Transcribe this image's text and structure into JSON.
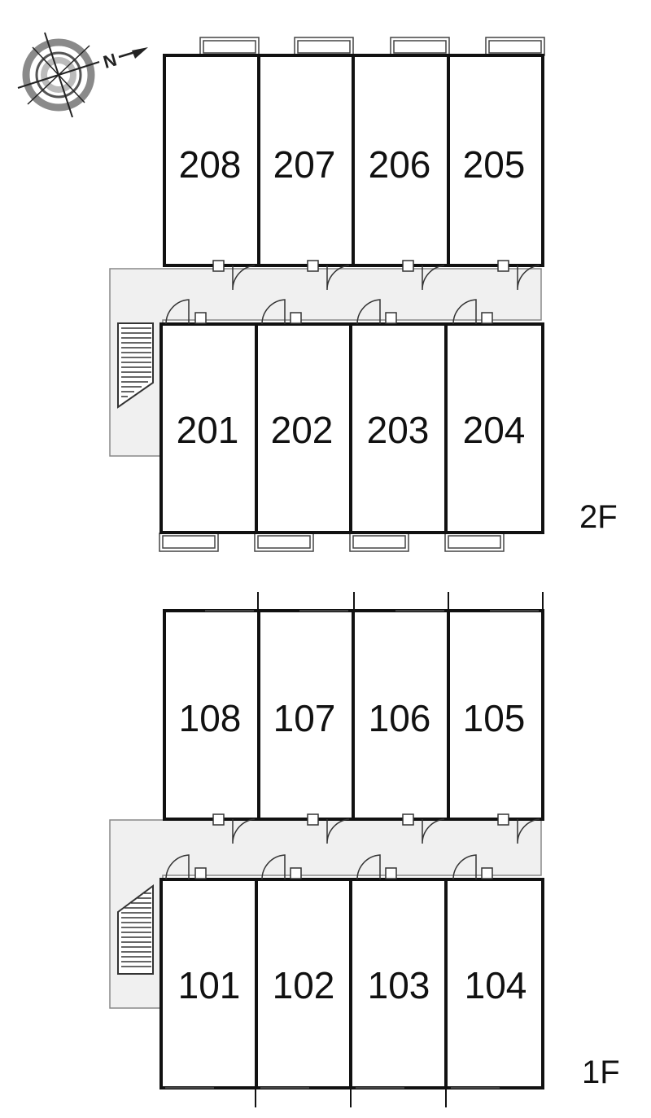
{
  "compass": {
    "label": "N"
  },
  "floors": [
    {
      "label": "2F",
      "rear_rooms": [
        "208",
        "207",
        "206",
        "205"
      ],
      "front_rooms": [
        "201",
        "202",
        "203",
        "204"
      ]
    },
    {
      "label": "1F",
      "rear_rooms": [
        "108",
        "107",
        "106",
        "105"
      ],
      "front_rooms": [
        "101",
        "102",
        "103",
        "104"
      ]
    }
  ],
  "colors": {
    "wall": "#111111",
    "corridor": "#f0f0f0",
    "corridor_edge": "#888888"
  }
}
